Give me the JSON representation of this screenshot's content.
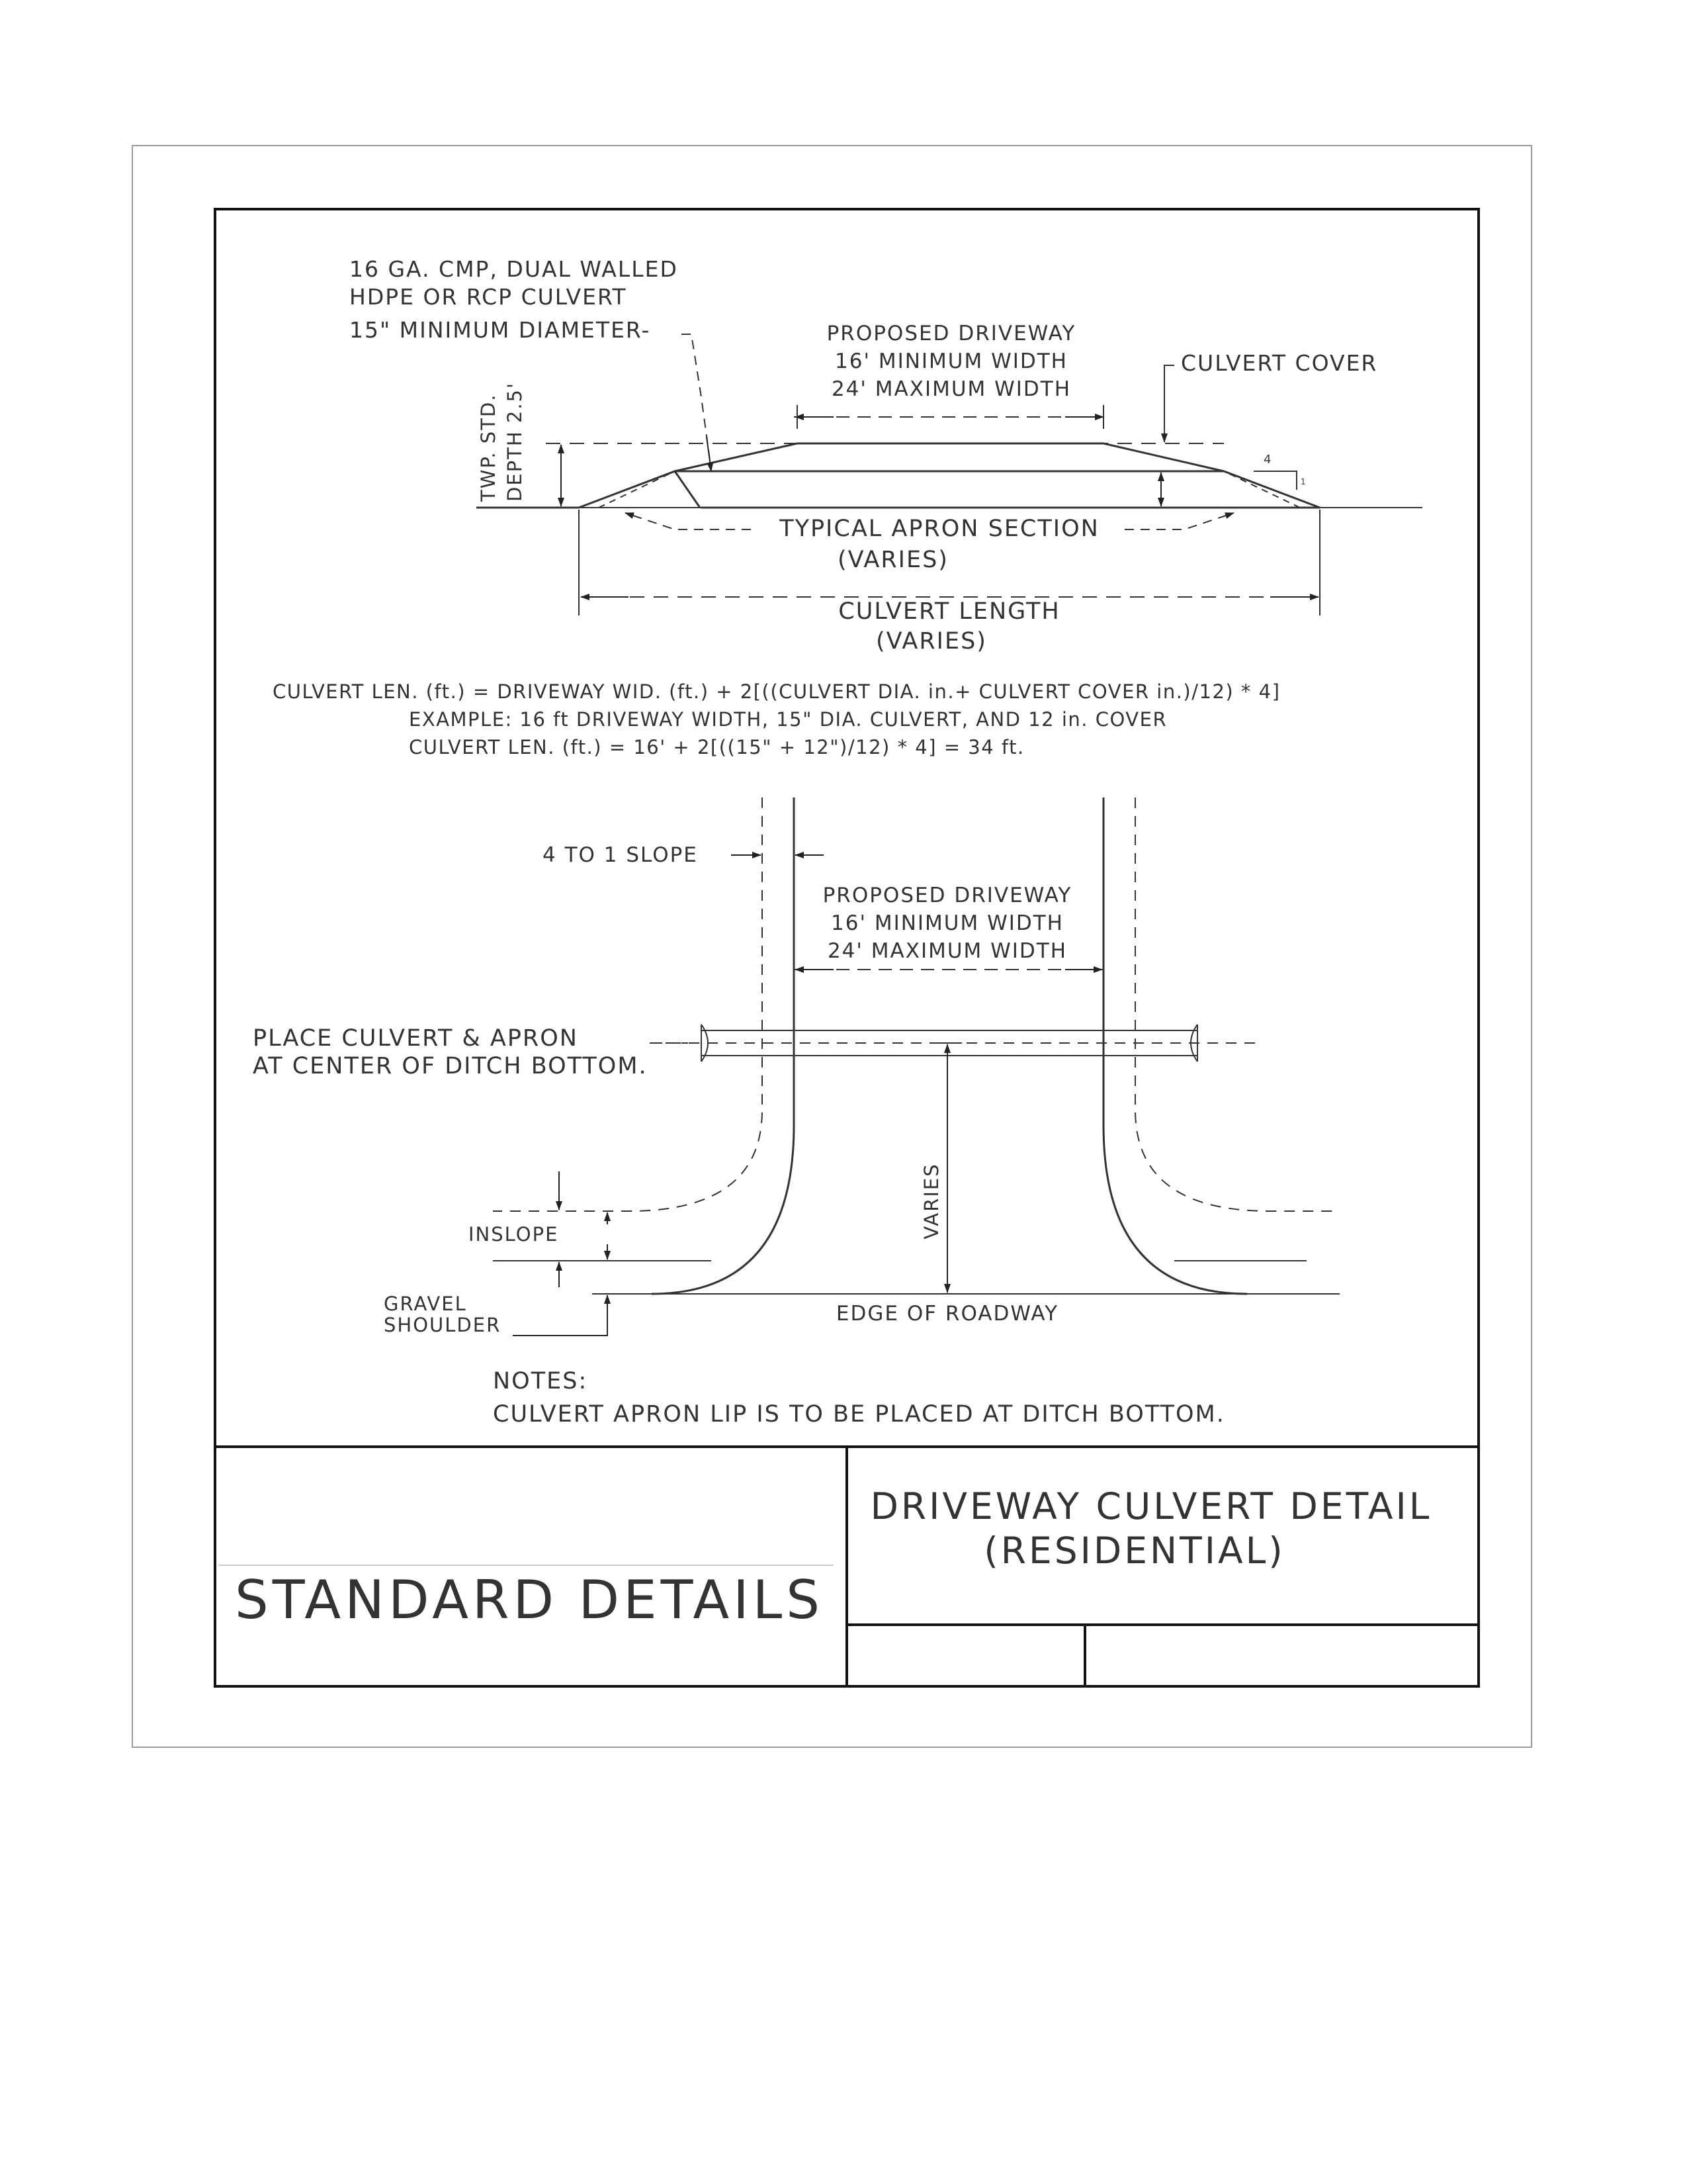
{
  "profile": {
    "culvert_spec": [
      "16 GA. CMP, DUAL WALLED",
      "HDPE OR RCP CULVERT",
      "15\" MINIMUM DIAMETER-"
    ],
    "driveway": [
      "PROPOSED DRIVEWAY",
      "16' MINIMUM WIDTH",
      "24' MAXIMUM WIDTH"
    ],
    "culvert_cover": "CULVERT COVER",
    "depth": [
      "TWP. STD.",
      "DEPTH 2.5'"
    ],
    "slope_mark": "4",
    "slope_mark_small": "1",
    "apron": [
      "TYPICAL APRON SECTION",
      "(VARIES)"
    ],
    "length": [
      "CULVERT LENGTH",
      "(VARIES)"
    ]
  },
  "formula": {
    "line1": "CULVERT LEN. (ft.) = DRIVEWAY WID. (ft.) + 2[((CULVERT DIA. in.+ CULVERT COVER in.)/12) * 4]",
    "line2": "EXAMPLE:  16 ft DRIVEWAY WIDTH, 15\" DIA. CULVERT, AND 12 in. COVER",
    "line3": "CULVERT LEN. (ft.) = 16' + 2[((15\" + 12\")/12) * 4] = 34 ft."
  },
  "plan": {
    "slope": "4 TO 1 SLOPE",
    "driveway": [
      "PROPOSED DRIVEWAY",
      "16' MINIMUM WIDTH",
      "24' MAXIMUM WIDTH"
    ],
    "place": [
      "PLACE CULVERT & APRON",
      "AT CENTER OF DITCH BOTTOM."
    ],
    "varies": "VARIES",
    "inslope": "INSLOPE",
    "gravel": [
      "GRAVEL",
      "SHOULDER"
    ],
    "edge": "EDGE OF ROADWAY"
  },
  "notes": {
    "heading": "NOTES:",
    "text": "CULVERT APRON LIP IS TO BE PLACED AT DITCH BOTTOM."
  },
  "title_block": {
    "left": "STANDARD DETAILS",
    "title": [
      "DRIVEWAY CULVERT DETAIL",
      "(RESIDENTIAL)"
    ]
  }
}
